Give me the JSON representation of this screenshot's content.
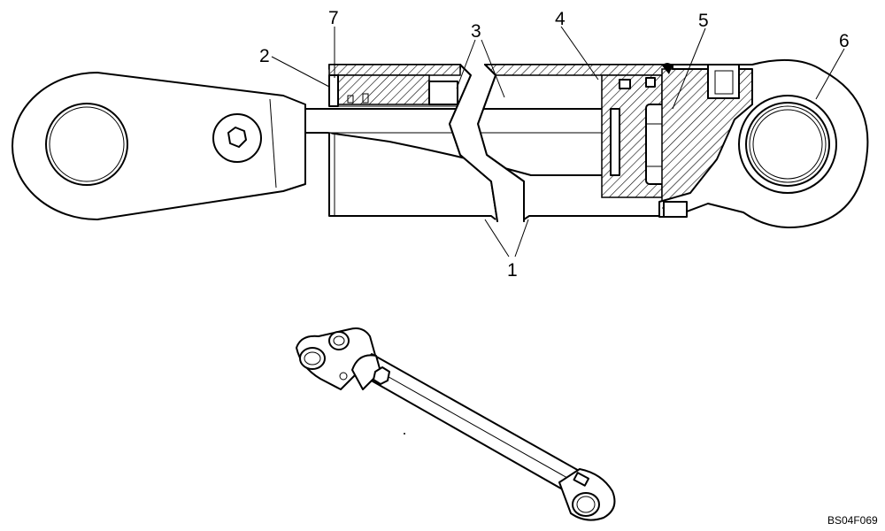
{
  "callouts": [
    {
      "id": "1",
      "label": "1"
    },
    {
      "id": "2",
      "label": "2"
    },
    {
      "id": "3",
      "label": "3"
    },
    {
      "id": "4",
      "label": "4"
    },
    {
      "id": "5",
      "label": "5"
    },
    {
      "id": "6",
      "label": "6"
    },
    {
      "id": "7",
      "label": "7"
    }
  ],
  "figure_ref": "BS04F069"
}
